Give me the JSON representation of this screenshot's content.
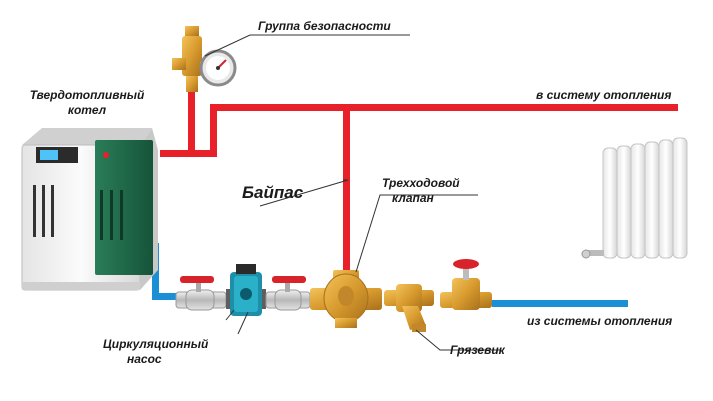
{
  "labels": {
    "safety_group": "Группа безопасности",
    "boiler_line1": "Твердотопливный",
    "boiler_line2": "котел",
    "to_heating": "в систему отопления",
    "bypass": "Байпас",
    "three_way_line1": "Трехходовой",
    "three_way_line2": "клапан",
    "pump_line1": "Циркуляционный",
    "pump_line2": "насос",
    "strainer": "Грязевик",
    "from_heating": "из системы отопления"
  },
  "colors": {
    "supply_pipe": "#e8202a",
    "return_pipe": "#1b8fd6",
    "boiler_body": "#f2f2f2",
    "boiler_panel": "#1f6b4a",
    "brass": "#d79a2e",
    "valve_handle": "#d8232a",
    "pump_body": "#1e8fa8",
    "radiator": "#f4f4f4"
  },
  "icons": [
    "boiler-icon",
    "safety-group-icon",
    "pressure-gauge-icon",
    "ball-valve-icon",
    "circulation-pump-icon",
    "three-way-valve-icon",
    "strainer-icon",
    "gate-valve-icon",
    "radiator-icon"
  ]
}
